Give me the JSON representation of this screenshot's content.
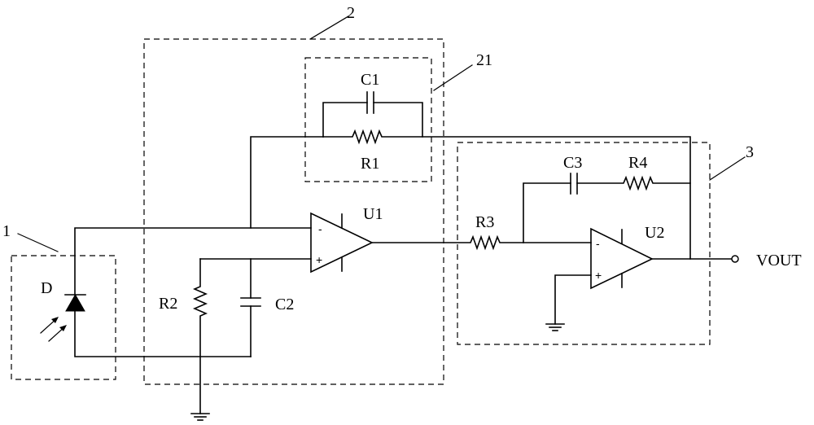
{
  "diagram": {
    "colors": {
      "line": "#000000",
      "background": "#ffffff"
    },
    "blocks": {
      "block1": "1",
      "block2": "2",
      "block21": "21",
      "block3": "3"
    },
    "components": {
      "D": "D",
      "U1": "U1",
      "U2": "U2",
      "R1": "R1",
      "R2": "R2",
      "R3": "R3",
      "R4": "R4",
      "C1": "C1",
      "C2": "C2",
      "C3": "C3"
    },
    "pins": {
      "minus": "-",
      "plus": "+"
    },
    "output_label": "VOUT"
  }
}
